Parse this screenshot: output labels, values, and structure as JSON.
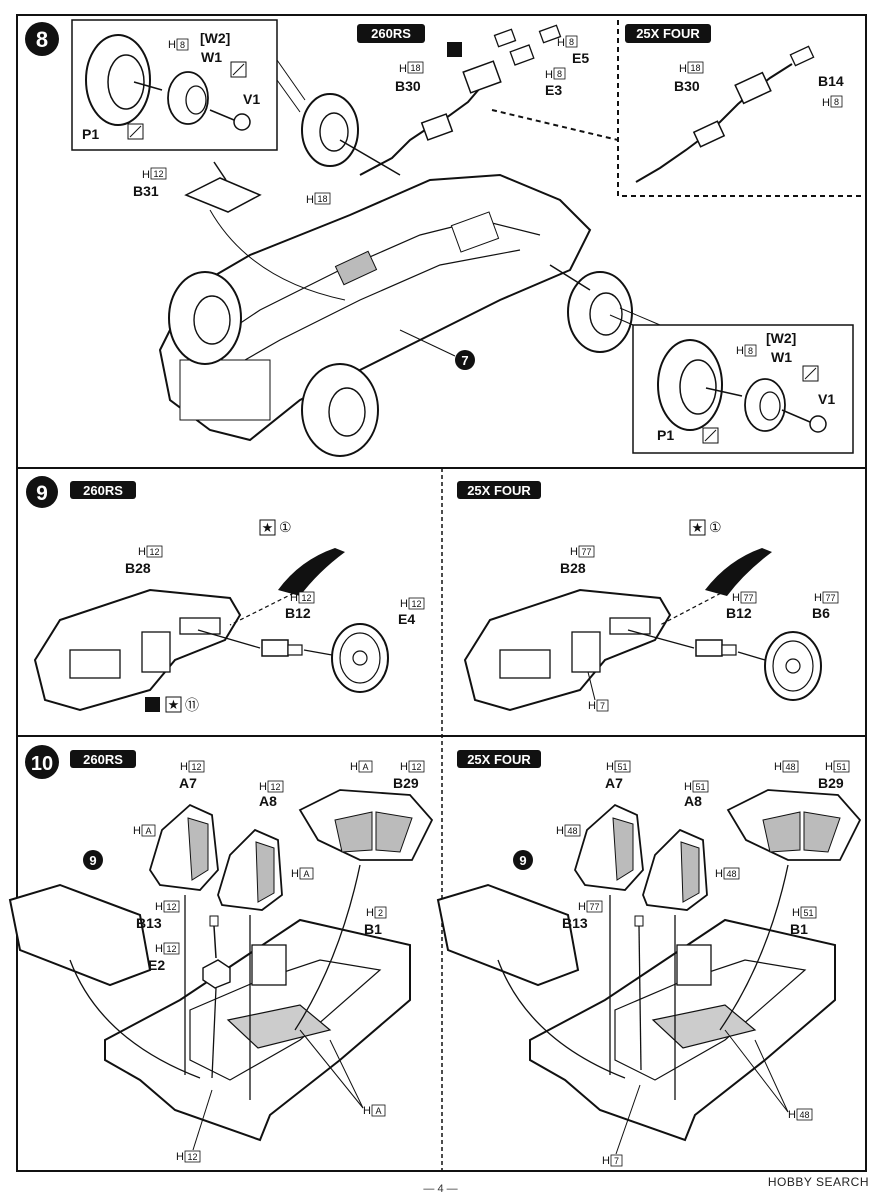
{
  "steps": {
    "s8": "8",
    "s9": "9",
    "s10": "10",
    "s7ref": "7",
    "s9ref": "9"
  },
  "variants": {
    "v260": "260RS",
    "v25x": "25X FOUR"
  },
  "parts": {
    "P1": "P1",
    "W1": "W1",
    "W2": "[W2]",
    "V1": "V1",
    "B30": "B30",
    "B31": "B31",
    "E5": "E5",
    "E3": "E3",
    "B14": "B14",
    "B28": "B28",
    "B12": "B12",
    "E4": "E4",
    "B6": "B6",
    "A7": "A7",
    "A8": "A8",
    "B29": "B29",
    "B13": "B13",
    "E2": "E2",
    "B1": "B1"
  },
  "paint": {
    "H": "H",
    "n8": "8",
    "n18": "18",
    "n12": "12",
    "n77": "77",
    "n7": "7",
    "n2": "2",
    "nA": "A",
    "n51": "51",
    "n48": "48"
  },
  "decals": {
    "d1": "①",
    "d11": "⑪"
  },
  "footer": {
    "page": "4",
    "watermark": "HOBBY SEARCH"
  }
}
